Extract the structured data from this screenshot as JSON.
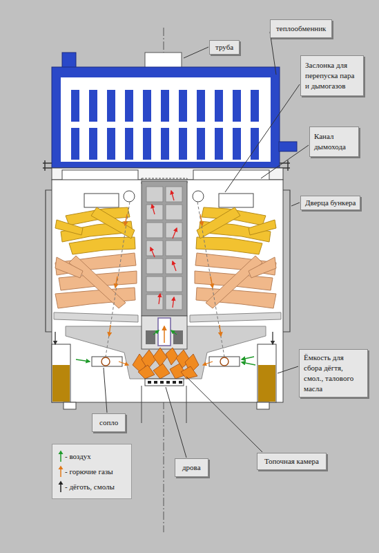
{
  "diagram": {
    "nodes": [
      {
        "text": [
          "теплообменник"
        ]
      },
      {
        "text": [
          "труба"
        ]
      },
      {
        "text": [
          "Заслонка для перепуска пара и дымогазов"
        ]
      },
      {
        "text": [
          "Канал дымохода"
        ]
      },
      {
        "text": [
          "Дверца бункера"
        ]
      },
      {
        "text": [
          "Ёмкость для сбора дёгтя, смол., талового масла"
        ]
      },
      {
        "text": [
          "сопло"
        ]
      },
      {
        "text": [
          "дрова"
        ]
      },
      {
        "text": [
          "Топочная камера"
        ]
      }
    ],
    "legend": [
      {
        "text": "- воздух"
      },
      {
        "text": "- горючие газы"
      },
      {
        "text": "- дёготь, смолы"
      }
    ]
  }
}
